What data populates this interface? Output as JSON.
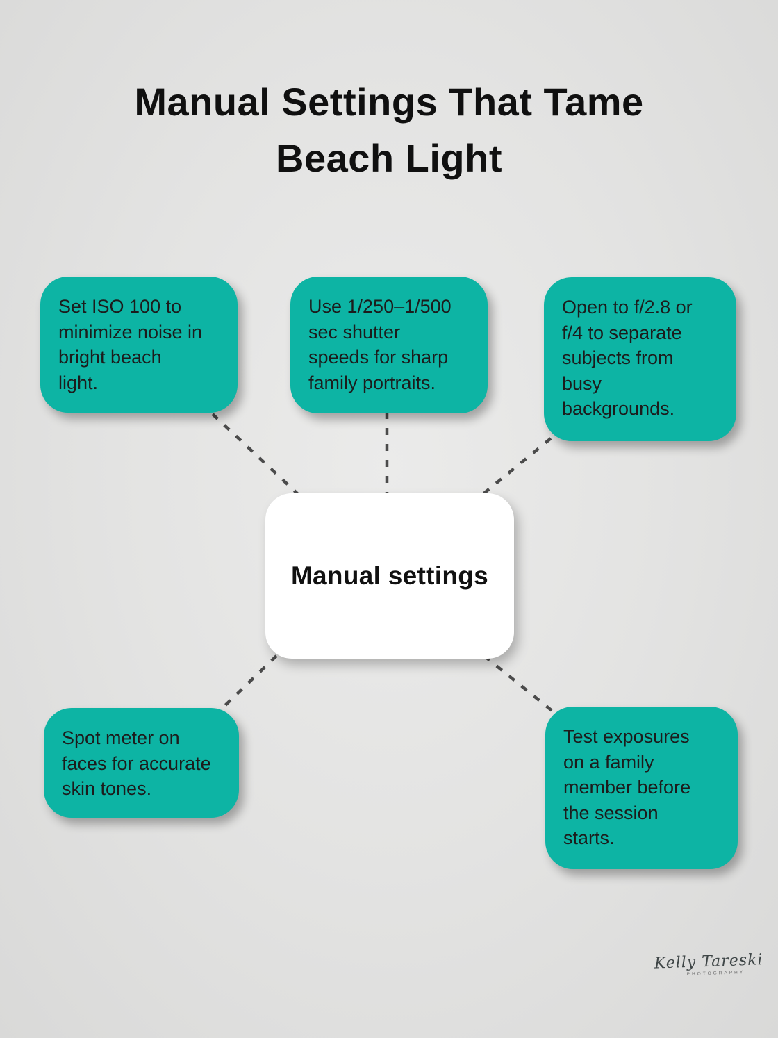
{
  "title": "Manual Settings That Tame\nBeach Light",
  "center_node": {
    "label": "Manual settings"
  },
  "tip_nodes": [
    {
      "id": "iso",
      "text": "Set ISO 100 to\nminimize noise in\nbright beach\nlight."
    },
    {
      "id": "shutter-speed",
      "text": "Use 1/250–1/500\nsec shutter\nspeeds for sharp\nfamily portraits."
    },
    {
      "id": "aperture",
      "text": "Open to f/2.8 or\nf/4 to separate\nsubjects from\nbusy\nbackgrounds."
    },
    {
      "id": "spot-meter",
      "text": "Spot meter on\nfaces for accurate\nskin tones."
    },
    {
      "id": "test-exposure",
      "text": "Test exposures\non a family\nmember before\nthe session\nstarts."
    }
  ],
  "signature": {
    "name": "Kelly Tareski",
    "subtitle": "PHOTOGRAPHY"
  },
  "colors": {
    "background": "#e3e3e2",
    "node_fill": "#0db4a4",
    "center_fill": "#ffffff",
    "connector": "#4b4b4b",
    "node_text": "#1c1c1c",
    "title_text": "#101010"
  }
}
